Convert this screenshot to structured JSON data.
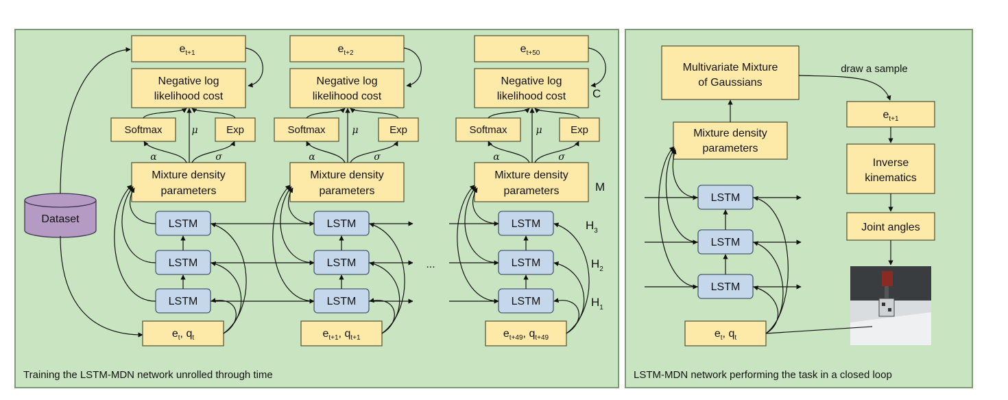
{
  "left_panel": {
    "caption": "Training the LSTM-MDN network unrolled through time",
    "dataset": "Dataset",
    "ellipsis": "...",
    "columns": [
      {
        "target": {
          "base": "e",
          "sub": "t+1"
        },
        "cost_line1": "Negative log",
        "cost_line2": "likelihood cost",
        "softmax": "Softmax",
        "exp": "Exp",
        "mdn_line1": "Mixture density",
        "mdn_line2": "parameters",
        "lstm": [
          "LSTM",
          "LSTM",
          "LSTM"
        ],
        "input": {
          "a": "e",
          "a_sub": "t",
          "sep": ", ",
          "b": "q",
          "b_sub": "t"
        }
      },
      {
        "target": {
          "base": "e",
          "sub": "t+2"
        },
        "cost_line1": "Negative log",
        "cost_line2": "likelihood cost",
        "softmax": "Softmax",
        "exp": "Exp",
        "mdn_line1": "Mixture density",
        "mdn_line2": "parameters",
        "lstm": [
          "LSTM",
          "LSTM",
          "LSTM"
        ],
        "input": {
          "a": "e",
          "a_sub": "t+1",
          "sep": ", ",
          "b": "q",
          "b_sub": "t+1"
        }
      },
      {
        "target": {
          "base": "e",
          "sub": "t+50"
        },
        "cost_line1": "Negative log",
        "cost_line2": "likelihood cost",
        "softmax": "Softmax",
        "exp": "Exp",
        "mdn_line1": "Mixture density",
        "mdn_line2": "parameters",
        "lstm": [
          "LSTM",
          "LSTM",
          "LSTM"
        ],
        "input": {
          "a": "e",
          "a_sub": "t+49",
          "sep": ", ",
          "b": "q",
          "b_sub": "t+49"
        }
      }
    ],
    "greek": {
      "alpha": "α",
      "mu": "μ",
      "sigma": "σ"
    },
    "side_labels": {
      "C": "C",
      "M": "M",
      "H3": {
        "base": "H",
        "sub": "3"
      },
      "H2": {
        "base": "H",
        "sub": "2"
      },
      "H1": {
        "base": "H",
        "sub": "1"
      }
    }
  },
  "right_panel": {
    "caption": "LSTM-MDN network performing the task in a closed loop",
    "mog_line1": "Multivariate Mixture",
    "mog_line2": "of Gaussians",
    "draw_label": "draw a sample",
    "target": {
      "base": "e",
      "sub": "t+1"
    },
    "ik_line1": "Inverse",
    "ik_line2": "kinematics",
    "joint": "Joint angles",
    "mdn_line1": "Mixture density",
    "mdn_line2": "parameters",
    "lstm": [
      "LSTM",
      "LSTM",
      "LSTM"
    ],
    "input": {
      "a": "e",
      "a_sub": "t",
      "sep": ", ",
      "b": "q",
      "b_sub": "t"
    }
  },
  "colors": {
    "panel_bg": "#c9e4c0",
    "box_yellow": "#fde9a8",
    "box_blue": "#c5d7eb",
    "dataset_purple": "#b59bc4"
  }
}
